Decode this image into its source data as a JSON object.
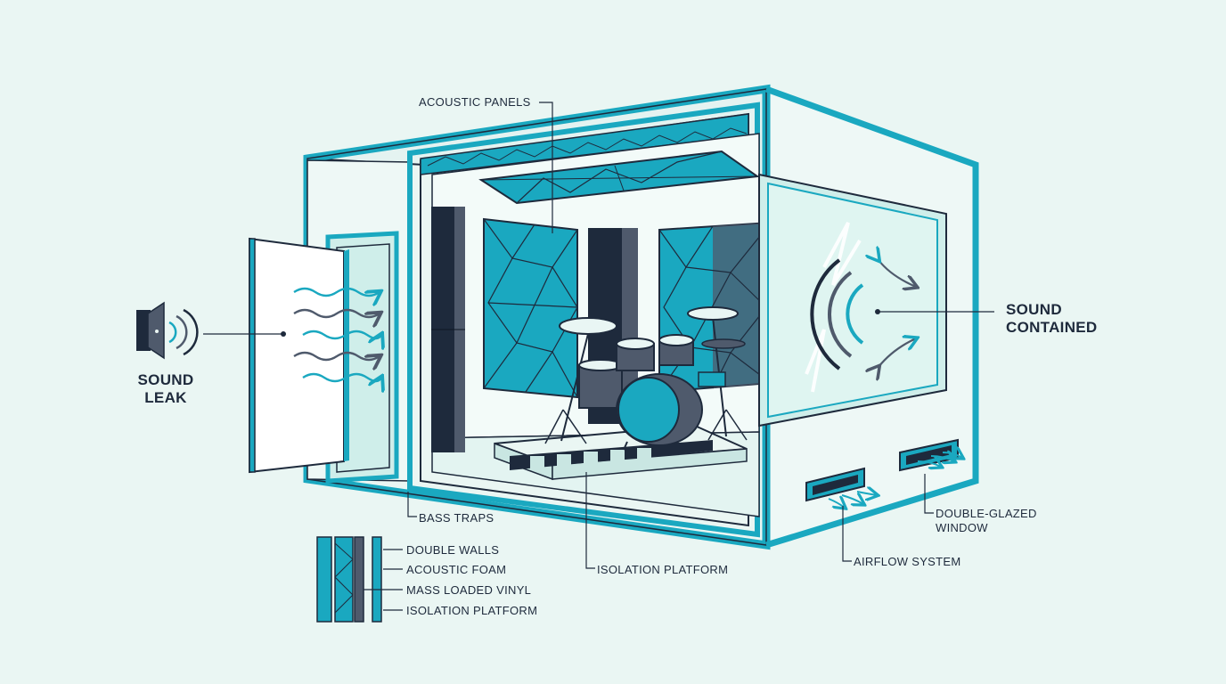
{
  "labels": {
    "acoustic_panels": "ACOUSTIC PANELS",
    "sound_leak_line1": "SOUND",
    "sound_leak_line2": "LEAK",
    "sound_contained_line1": "SOUND",
    "sound_contained_line2": "CONTAINED",
    "bass_traps": "BASS TRAPS",
    "isolation_platform": "ISOLATION PLATFORM",
    "airflow_system": "AIRFLOW SYSTEM",
    "double_glazed_line1": "DOUBLE-GLAZED",
    "double_glazed_line2": "WINDOW"
  },
  "legend": {
    "items": [
      "DOUBLE WALLS",
      "ACOUSTIC FOAM",
      "MASS LOADED VINYL",
      "ISOLATION PLATFORM"
    ]
  },
  "colors": {
    "background": "#eaf6f3",
    "teal": "#1aa8c0",
    "navy": "#1e2a3c",
    "slate": "#4f5a6c",
    "glass": "#cfeeea"
  },
  "icons": [
    "speaker-icon",
    "sound-wave-icon",
    "drum-kit-icon",
    "vent-icon",
    "arrow-icon"
  ]
}
